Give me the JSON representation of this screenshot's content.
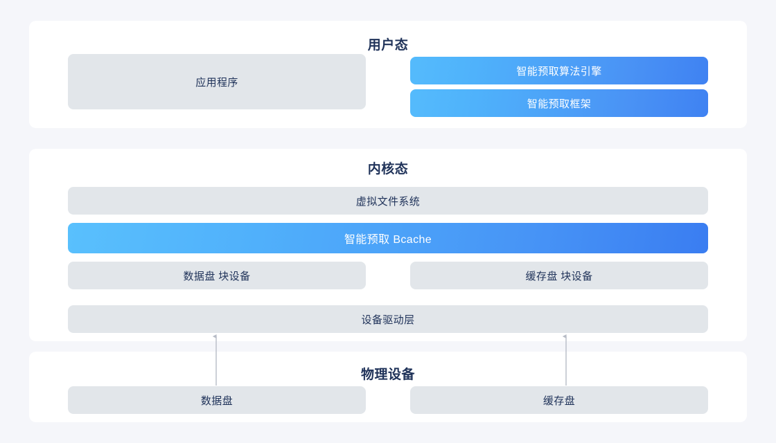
{
  "page": {
    "background_color": "#f5f6fa",
    "panel_color": "#ffffff",
    "title_color": "#1f3259",
    "gray_box_color": "#e2e6ea",
    "blue_gradient_from": "#55bbfc",
    "blue_gradient_to": "#3f82f2",
    "arrow_color": "#b7bcc6"
  },
  "layers": {
    "user_mode": {
      "title": "用户态",
      "boxes": {
        "application": "应用程序",
        "algorithm_engine": "智能预取算法引擎",
        "prefetch_framework": "智能预取框架"
      }
    },
    "kernel_mode": {
      "title": "内核态",
      "boxes": {
        "vfs": "虚拟文件系统",
        "bcache": "智能预取 Bcache",
        "data_block_device": "数据盘 块设备",
        "cache_block_device": "缓存盘 块设备",
        "device_driver": "设备驱动层"
      }
    },
    "physical_device": {
      "title": "物理设备",
      "boxes": {
        "data_disk": "数据盘",
        "cache_disk": "缓存盘"
      }
    }
  },
  "connections": [
    {
      "name": "data-disk-to-driver",
      "from": "数据盘",
      "to": "设备驱动层",
      "direction": "up"
    },
    {
      "name": "cache-disk-to-driver",
      "from": "缓存盘",
      "to": "设备驱动层",
      "direction": "up"
    }
  ]
}
